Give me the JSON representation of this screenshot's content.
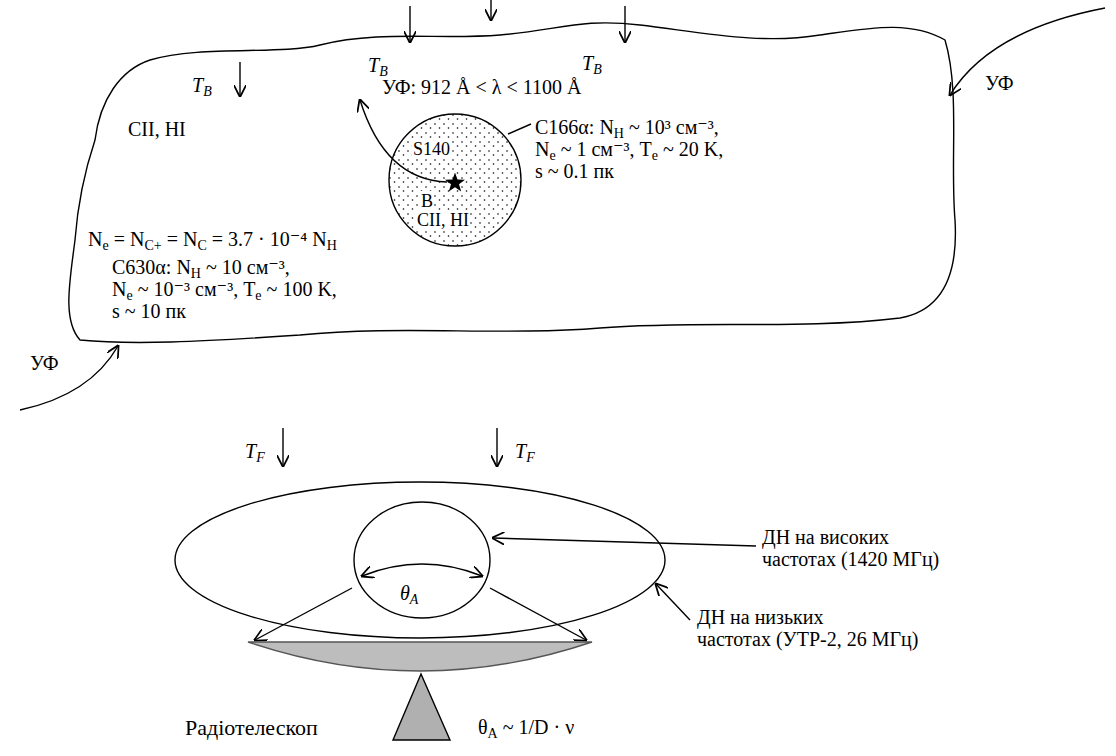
{
  "diagram": {
    "nodes": [
      {
        "text": [
          "CII, HI",
          "Ne = NC+ = NC = 3.7 · 10⁻⁴ NH",
          "C630α: NH ~ 10 см⁻³, Ne ~ 10⁻³ см⁻³, Te ~ 100 K, s ~ 10 пк"
        ]
      },
      {
        "text": [
          "S140",
          "B",
          "CII, HI"
        ],
        "in": 0
      }
    ],
    "labels": [
      "TB",
      "TB",
      "TB",
      "УФ",
      "УФ",
      "УФ: 912 Å < λ < 1100 Å",
      "C166α: NH ~ 10³ см⁻³, Ne ~ 1 см⁻³, Te ~ 20 K, s ~ 0.1 пк",
      "TF",
      "TF",
      "θA",
      "ДН на високих частотах (1420 МГц)",
      "ДН на низьких частотах (УТР-2, 26 МГц)",
      "Радіотелескоп",
      "θA ~ 1/D · ν"
    ]
  }
}
